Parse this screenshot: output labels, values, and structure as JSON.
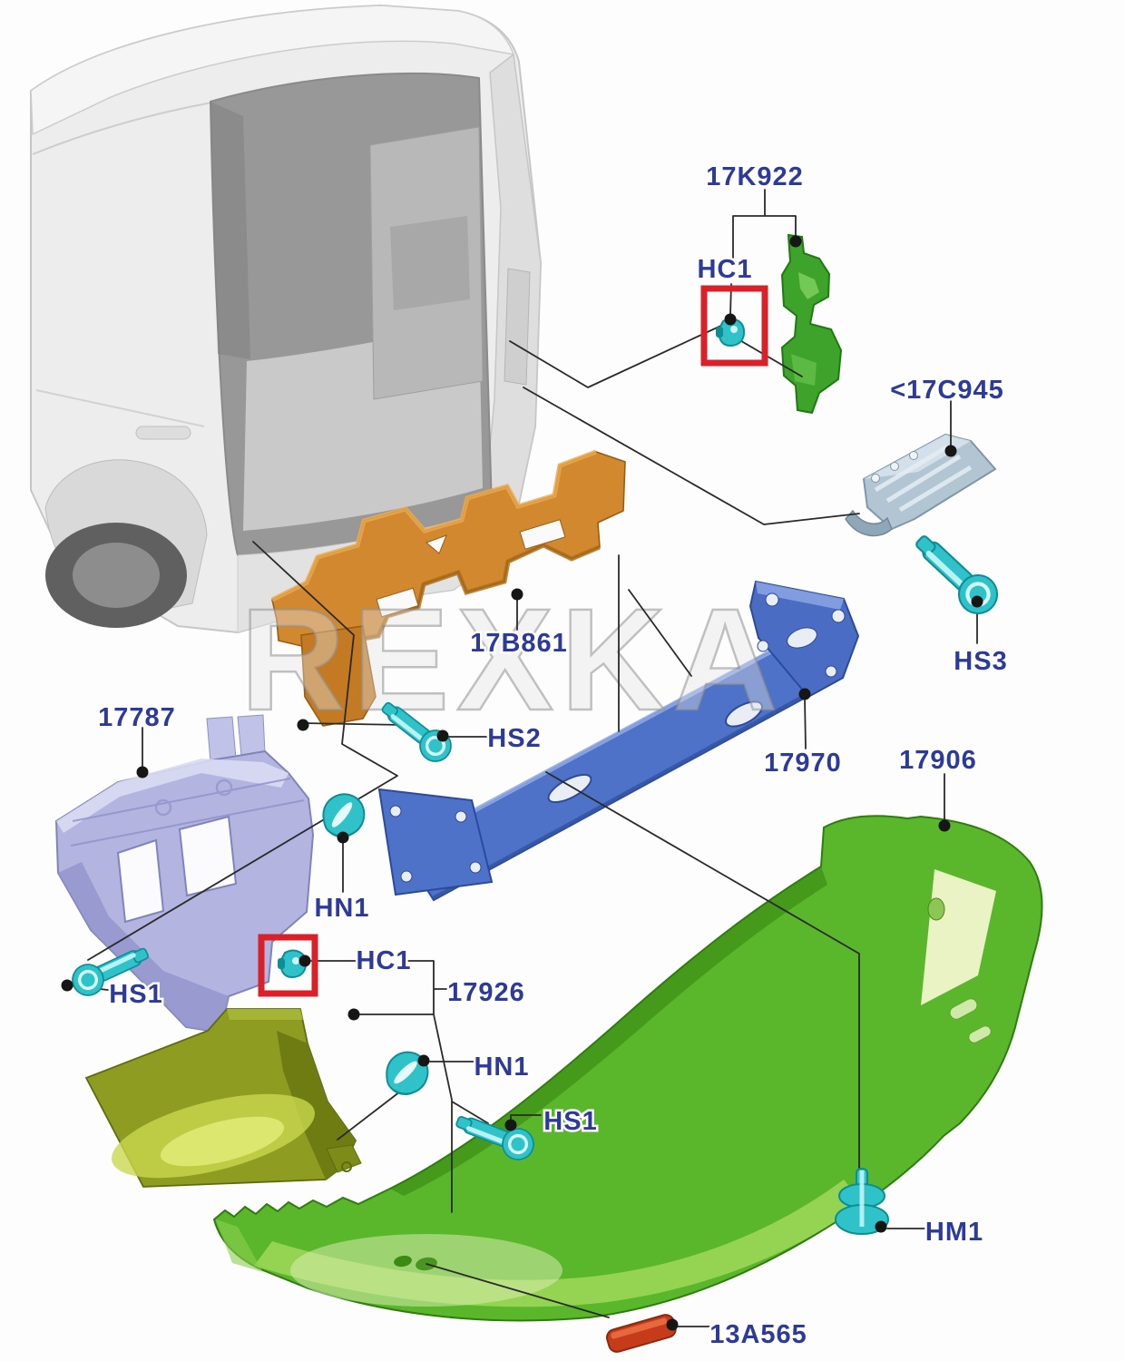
{
  "diagram": {
    "watermark": "REXKA",
    "labels": {
      "deflector_bracket": "17K922",
      "clip_upper": "HC1",
      "stone_shield": "<17C945",
      "screw_hs3": "HS3",
      "impact_absorber": "17B861",
      "screw_hs2": "HS2",
      "bumper_reinforcement": "17970",
      "side_bracket": "17787",
      "nut_hn1_upper": "HN1",
      "screw_hs1_left": "HS1",
      "clip_lower": "HC1",
      "corner_piece": "17926",
      "nut_hn1_lower": "HN1",
      "screw_hs1_lower": "HS1",
      "bumper_cover": "17906",
      "grommet_hm1": "HM1",
      "reflector": "13A565"
    },
    "colors": {
      "label_text": "#2b3a9b",
      "leader_line": "#2a2a2a",
      "highlight_red": "#da2028",
      "fastener_teal": "#2fc3c9",
      "fastener_teal_dark": "#0d8e96",
      "fastener_teal_light": "#c9f7f8",
      "deflector_green": "#3da32b",
      "shield_gray": "#b2c5d3",
      "absorber_orange": "#d2882f",
      "reinforcement_blue": "#4e72c8",
      "bracket_purple": "#b3b5e0",
      "corner_olive": "#8e9c22",
      "bumper_green": "#5ab62b",
      "reflector_red": "#c63b1a",
      "vehicle_gray": "#ededed",
      "watermark_gray": "#a8a8a8"
    }
  }
}
